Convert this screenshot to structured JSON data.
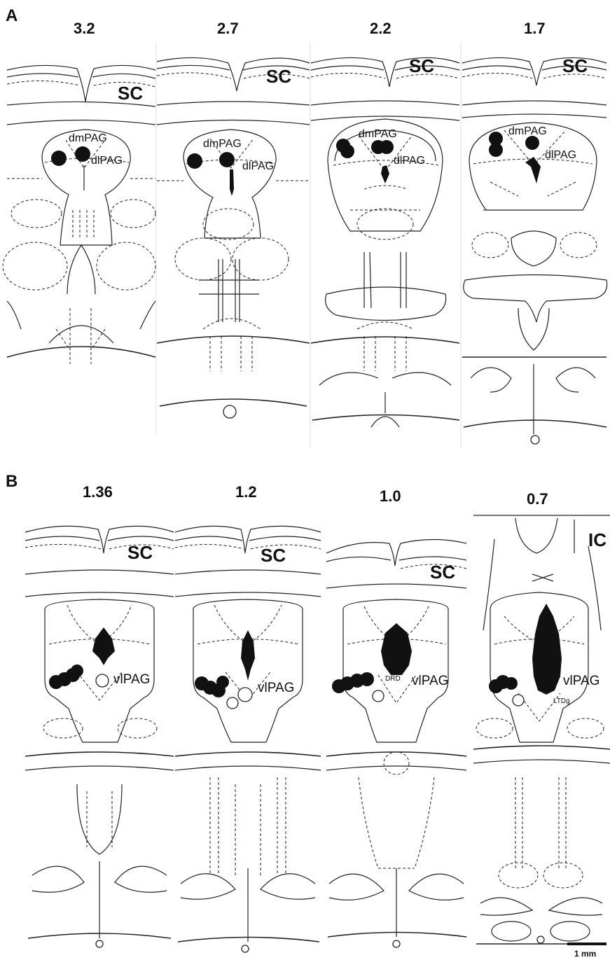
{
  "panels": [
    {
      "letter": "A",
      "sections": [
        {
          "coord": "3.2",
          "sc": "SC",
          "labels": [
            "dmPAG",
            "dlPAG"
          ]
        },
        {
          "coord": "2.7",
          "sc": "SC",
          "labels": [
            "dmPAG",
            "dlPAG"
          ]
        },
        {
          "coord": "2.2",
          "sc": "SC",
          "labels": [
            "dmPAG",
            "dlPAG"
          ]
        },
        {
          "coord": "1.7",
          "sc": "SC",
          "labels": [
            "dmPAG",
            "dlPAG"
          ]
        }
      ]
    },
    {
      "letter": "B",
      "sections": [
        {
          "coord": "1.36",
          "sc": "SC",
          "labels": [
            "vlPAG"
          ]
        },
        {
          "coord": "1.2",
          "sc": "SC",
          "labels": [
            "vlPAG"
          ]
        },
        {
          "coord": "1.0",
          "sc": "SC",
          "labels": [
            "DRD",
            "vlPAG"
          ]
        },
        {
          "coord": "0.7",
          "sc": "IC",
          "labels": [
            "vlPAG",
            "LTDg"
          ]
        }
      ]
    }
  ],
  "scale_bar": {
    "label": "1 mm"
  },
  "colors": {
    "ink": "#111111",
    "background": "#ffffff"
  }
}
